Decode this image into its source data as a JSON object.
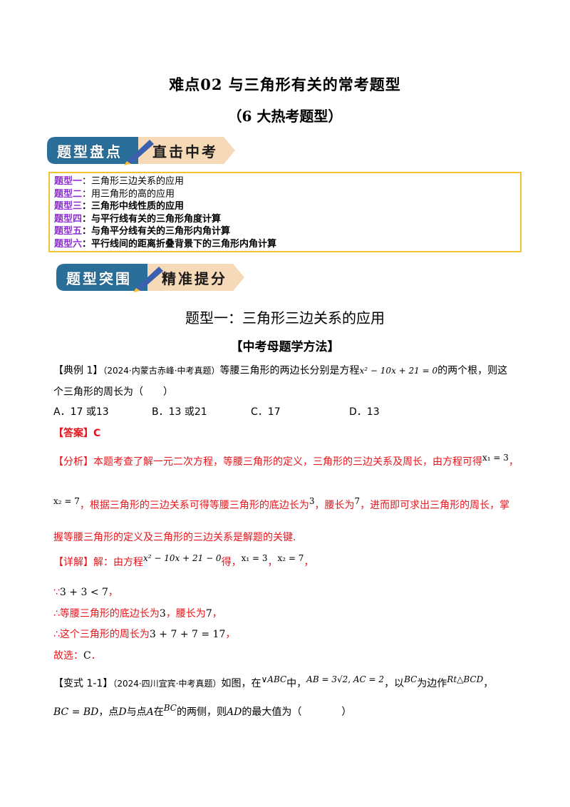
{
  "title": "难点02  与三角形有关的常考题型",
  "subtitle": "（6 大热考题型）",
  "banner1": {
    "left": "题型盘点",
    "right": "直击中考"
  },
  "banner2": {
    "left": "题型突围",
    "right": "精准提分"
  },
  "toc": [
    {
      "tag": "题型一",
      "name": "：三角形三边关系的应用"
    },
    {
      "tag": "题型二",
      "name": "：用三角形的高的应用"
    },
    {
      "tag": "题型三",
      "name": "：三角形中线性质的应用"
    },
    {
      "tag": "题型四",
      "name": "：与平行线有关的三角形角度计算"
    },
    {
      "tag": "题型五",
      "name": "：与角平分线有关的三角形内角计算"
    },
    {
      "tag": "题型六",
      "name": "：平行线间的距离折叠背景下的三角形内角计算"
    }
  ],
  "section_title": "题型一：三角形三边关系的应用",
  "method_title": "【中考母题学方法】",
  "example": {
    "label": "【典例 1】",
    "source": "（2024·内蒙古赤峰·中考真题）",
    "text1": "等腰三角形的两边长分别是方程",
    "equation": "x² − 10x + 21 = 0",
    "text2": "的两个根，则这",
    "text3": "个三角形的周长为（　　）"
  },
  "options": [
    {
      "letter": "A．",
      "value": "17 或13"
    },
    {
      "letter": "B．",
      "value": "13 或21"
    },
    {
      "letter": "C．",
      "value": "17"
    },
    {
      "letter": "D．",
      "value": "13"
    }
  ],
  "answer": {
    "label": "【答案】",
    "value": "C"
  },
  "analysis": {
    "label": "【分析】",
    "line1": "本题考查了解一元二次方程，等腰三角形的定义，三角形的三边关系及周长，由方程可得",
    "x1": "x₁ = 3",
    "comma": "，",
    "x2": "x₂ = 7",
    "line2a": "，根据三角形的三边关系可得等腰三角形的底边长为",
    "base": "3",
    "line2b": "，腰长为",
    "leg": "7",
    "line2c": "，进而即可求出三角形的周长，掌",
    "line3": "握等腰三角形的定义及三角形的三边关系是解题的关键."
  },
  "detail": {
    "label": "【详解】",
    "text1": "解：由方程",
    "equation": "x² − 10x + 21 − 0",
    "text2": "得，",
    "x1": "x₁ = 3",
    "x2": "x₂ = 7",
    "sep": "，",
    "end": "，"
  },
  "steps": [
    {
      "symbol": "∵",
      "text": "",
      "math": "3 + 3 < 7",
      "tail": "，"
    },
    {
      "symbol": "∴",
      "text": "等腰三角形的底边长为",
      "math": "3",
      "mid": "，腰长为",
      "math2": "7",
      "tail": "，"
    },
    {
      "symbol": "∴",
      "text": "这个三角形的周长为",
      "math": "3 + 7 + 7 = 17",
      "tail": "，"
    }
  ],
  "choice": {
    "text": "故选：",
    "value": "C",
    "tail": "．"
  },
  "variant": {
    "label": "【变式 1-1】",
    "source": "（2024·四川宜宾·中考真题）",
    "text1": "如图，在",
    "triangle": "∨ABC",
    "text2": "中，",
    "given": "AB = 3√2, AC = 2",
    "text3": "，以",
    "side": "BC",
    "text4": "为边作",
    "rt": "Rt△BCD",
    "text5": "，",
    "eq": "BC = BD",
    "text6": "，点",
    "d": "D",
    "text7": "与点",
    "a": "A",
    "text8": "在",
    "bc": "BC",
    "text9": "的两侧，则",
    "ad": "AD",
    "text10": "的最大值为（　　　　）"
  }
}
